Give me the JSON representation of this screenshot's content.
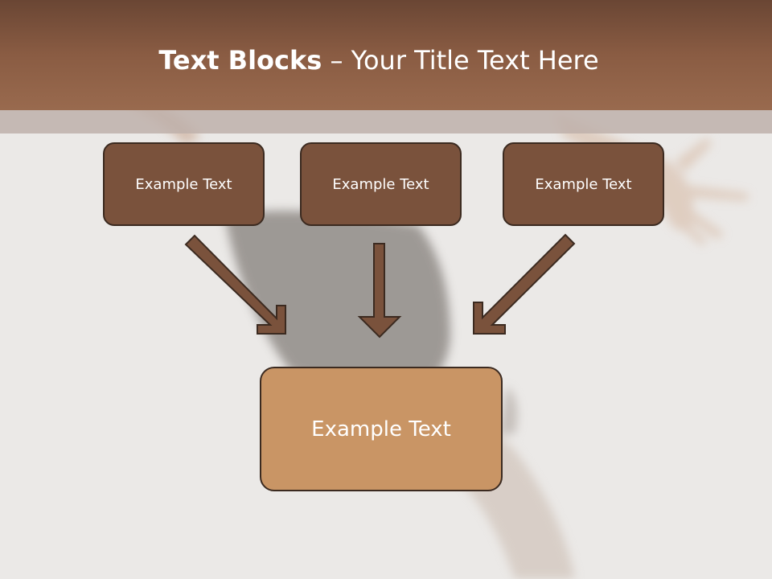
{
  "slide": {
    "title_bold": "Text Blocks",
    "title_rest": " – Your Title Text Here"
  },
  "diagram": {
    "top_boxes": [
      {
        "label": "Example Text"
      },
      {
        "label": "Example Text"
      },
      {
        "label": "Example Text"
      }
    ],
    "result_box": {
      "label": "Example Text"
    }
  },
  "colors": {
    "header": "#8a5c43",
    "box_dark": "#7a523c",
    "box_light": "#c99565",
    "arrow": "#7a523c",
    "outline": "#3b2a20"
  }
}
